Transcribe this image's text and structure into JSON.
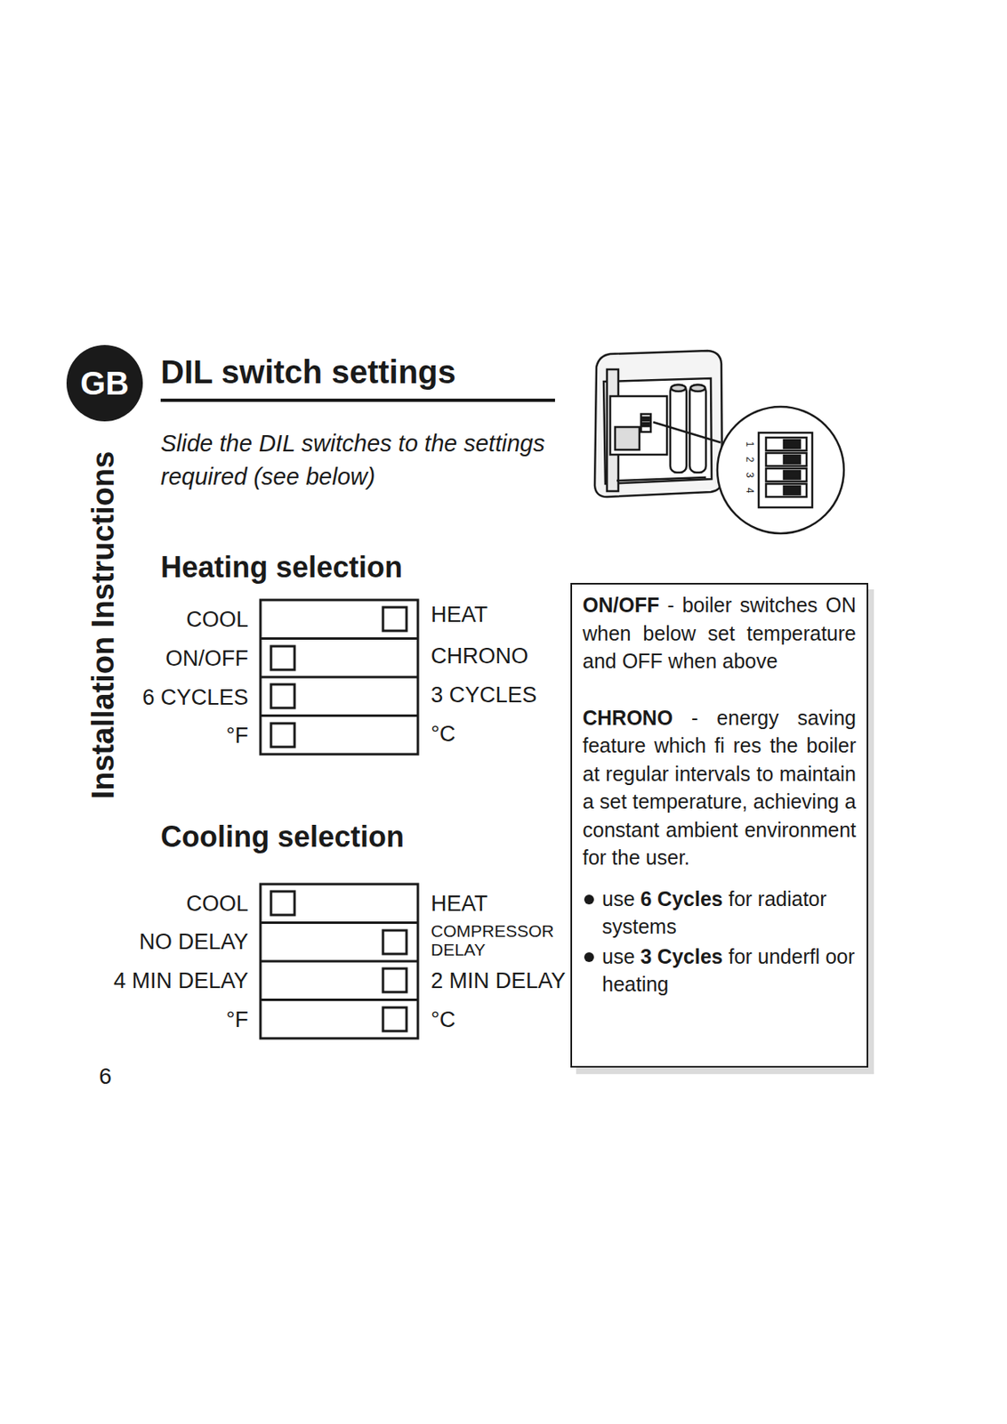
{
  "diagram": {
    "title": "DIL switch settings",
    "nodes": [
      {
        "text": [
          "GB"
        ]
      },
      {
        "text": [
          "ON/OFF",
          "- boiler switches ON when below set temperature and OFF when above",
          "CHRONO",
          "- energy saving feature which fi res the boiler at regular intervals to maintain a set temperature, achieving a constant ambient environment for the user.",
          "use",
          "6 Cycles",
          "for radiator systems",
          "use",
          "3 Cycles",
          "for underfl oor heating"
        ]
      }
    ],
    "labels": [
      "Installation Instructions",
      "Slide the DIL switches to the settings required (see below)",
      "Heating selection",
      "COOL",
      "HEAT",
      "ON/OFF",
      "CHRONO",
      "6 CYCLES",
      "3 CYCLES",
      "°F",
      "°C",
      "Cooling selection",
      "COOL",
      "HEAT",
      "NO DELAY",
      "COMPRESSOR DELAY",
      "4 MIN DELAY",
      "2 MIN DELAY",
      "°F",
      "°C",
      "6",
      "1",
      "2",
      "3",
      "4"
    ]
  }
}
